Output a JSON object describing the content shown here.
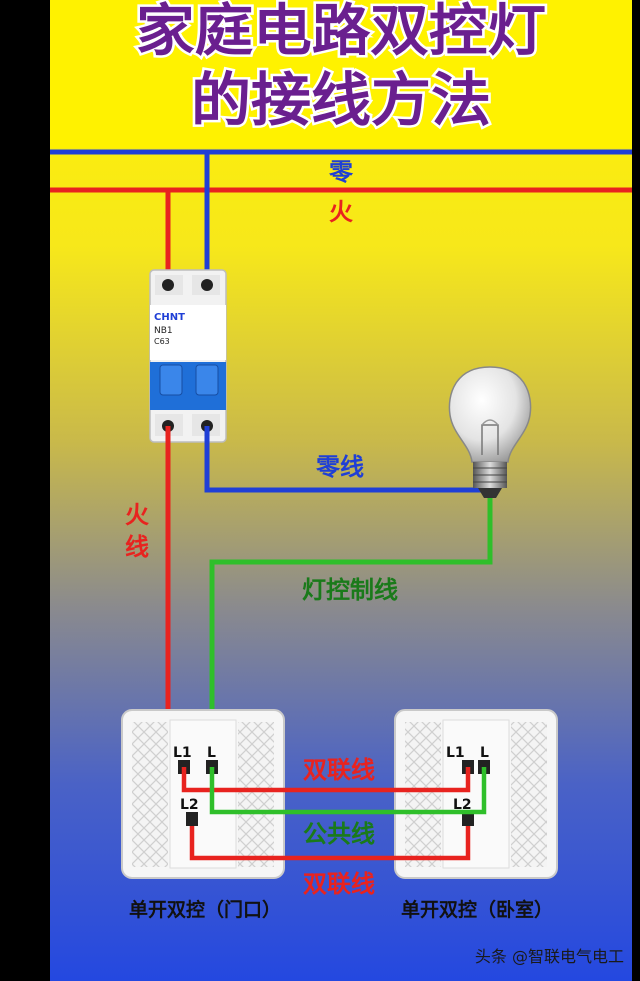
{
  "title": {
    "line1": "家庭电路双控灯",
    "line2": "的接线方法"
  },
  "labels": {
    "neutral_bus": "零",
    "live_bus": "火",
    "neutral_wire": "零线",
    "live_wire_char1": "火",
    "live_wire_char2": "线",
    "lamp_control_wire": "灯控制线",
    "traveler_wire_top": "双联线",
    "common_wire": "公共线",
    "traveler_wire_bottom": "双联线"
  },
  "breaker": {
    "brand": "CHNT",
    "model": "NB1",
    "rating": "C63"
  },
  "switches": {
    "left_caption": "单开双控（门口）",
    "right_caption": "单开双控（卧室）",
    "terminal_l1": "L1",
    "terminal_l": "L",
    "terminal_l2": "L2"
  },
  "watermark": "头条 @智联电气电工",
  "colors": {
    "live": "#e8231f",
    "neutral": "#1f3fd6",
    "control": "#2fbf2a",
    "title_fill": "#6a1f8f",
    "title_stroke": "#ffffff",
    "background_top": "#ffed00",
    "background_bottom": "#2a4fd8"
  },
  "icons": [
    "light-bulb-icon",
    "circuit-breaker-icon",
    "wall-switch-icon"
  ]
}
